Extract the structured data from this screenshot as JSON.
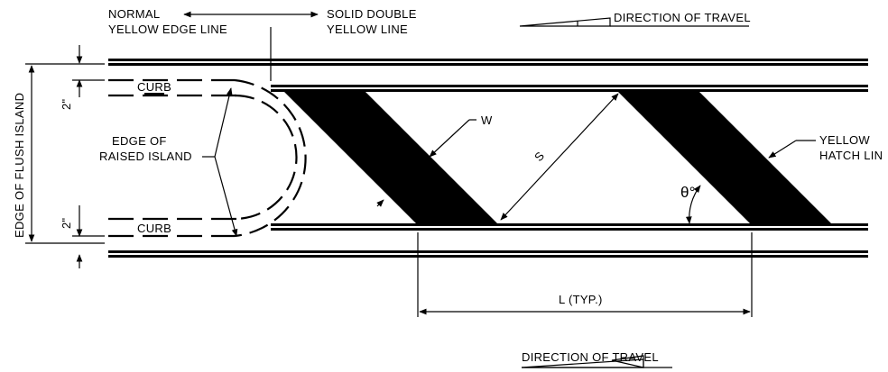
{
  "labels": {
    "normal_edge_line_1": "NORMAL",
    "normal_edge_line_2": "YELLOW EDGE LINE",
    "solid_double_1": "SOLID DOUBLE",
    "solid_double_2": "YELLOW LINE",
    "direction_top": "DIRECTION OF TRAVEL",
    "direction_bottom": "DIRECTION OF TRAVEL",
    "curb_top": "CURB",
    "curb_bottom": "CURB",
    "edge_raised_1": "EDGE OF",
    "edge_raised_2": "RAISED ISLAND",
    "edge_flush": "EDGE OF FLUSH ISLAND",
    "dim_top": "2\"",
    "dim_bottom": "2\"",
    "w": "W",
    "s": "S",
    "theta": "θ°",
    "yellow_hatch_1": "YELLOW",
    "yellow_hatch_2": "HATCH LIN",
    "length": "L (TYP.)"
  },
  "colors": {
    "ink": "#000000",
    "background": "#ffffff"
  }
}
